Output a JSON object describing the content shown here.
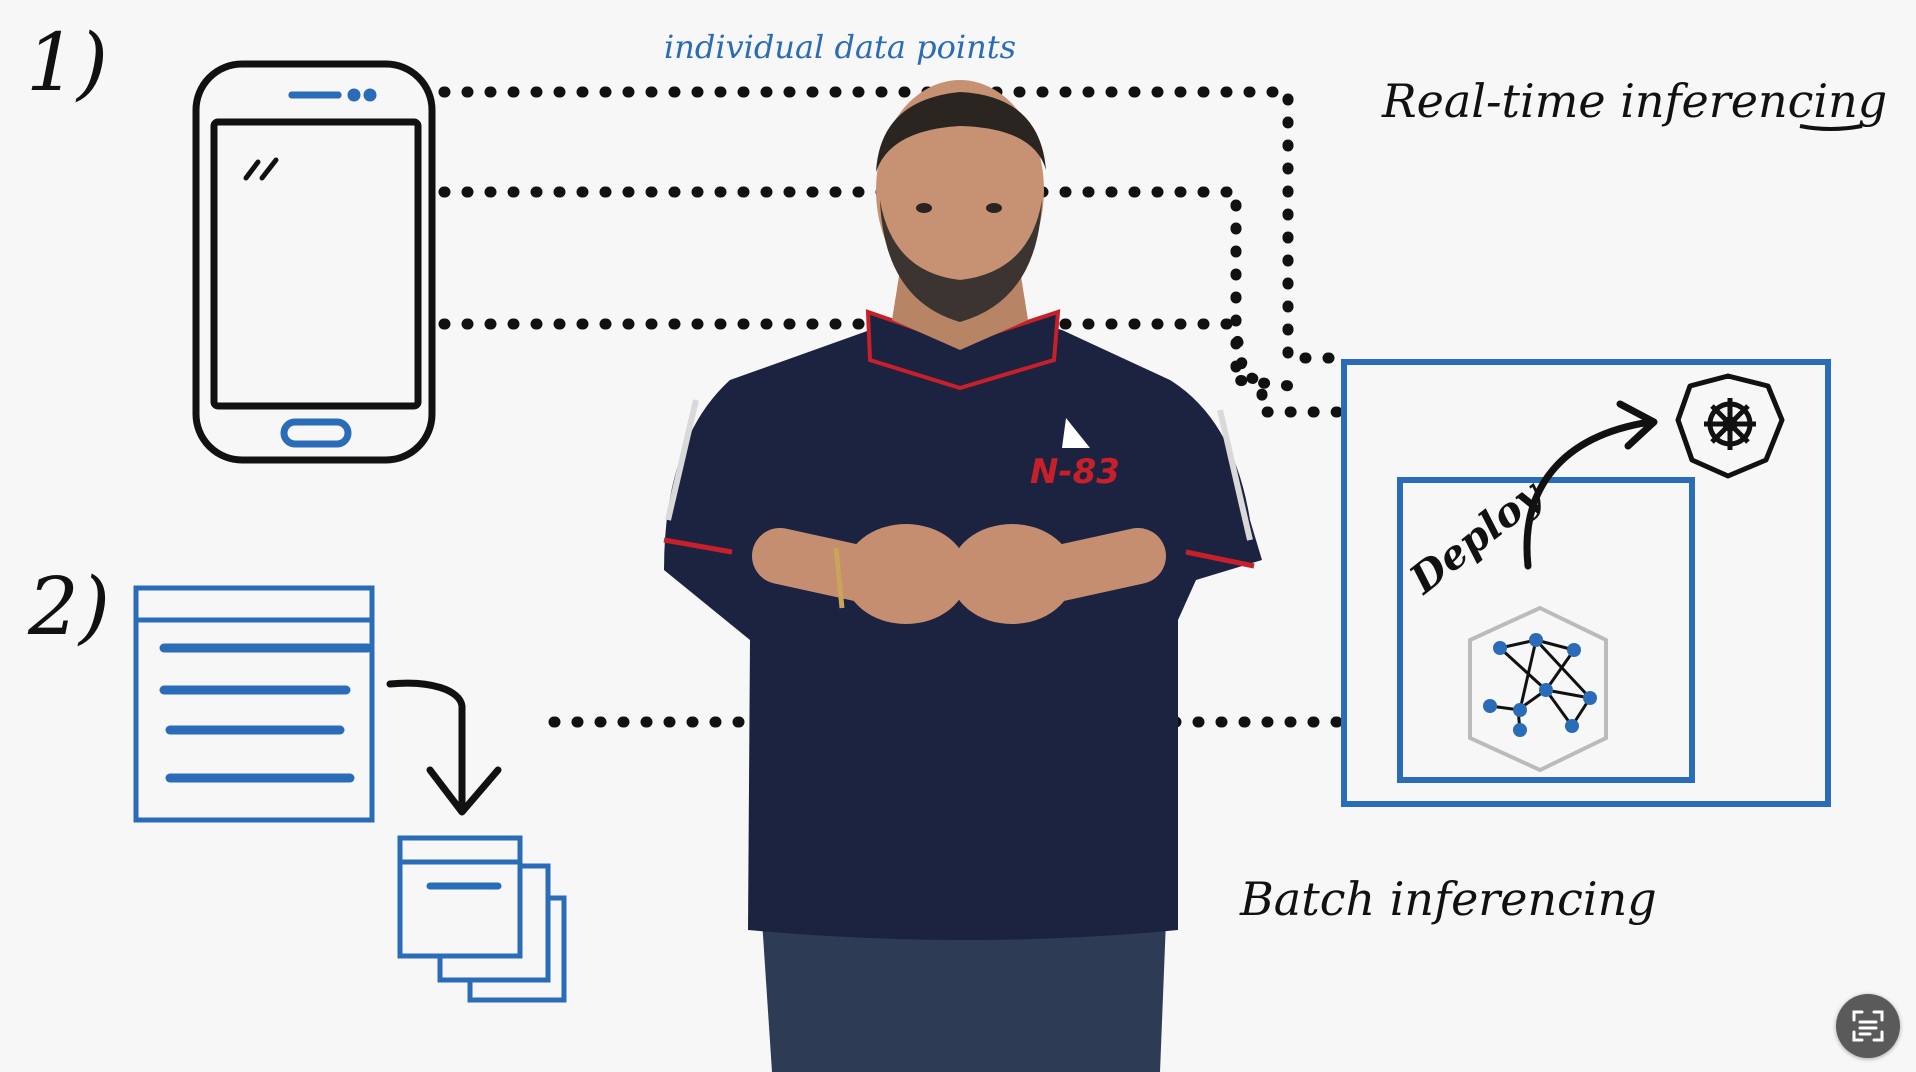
{
  "diagram": {
    "step1_label": "1)",
    "step2_label": "2)",
    "data_points_label": "individual data points",
    "realtime_label": "Real-time inferencing",
    "batch_label": "Batch inferencing",
    "deploy_label": "Deploy",
    "shirt_text": "N-83"
  },
  "icons": {
    "phone": "smartphone-icon",
    "document": "document-icon",
    "batch_stack": "batch-stack-icon",
    "model": "neural-network-cube-icon",
    "kubernetes": "kubernetes-helm-icon",
    "scan": "visual-search-icon"
  },
  "colors": {
    "accent_blue": "#2b6cb8",
    "ink": "#111111",
    "background": "#f7f7f7",
    "shirt_navy": "#1c2340",
    "shirt_red": "#c8202b"
  },
  "controls": {
    "scan_button_label": "Search image"
  }
}
